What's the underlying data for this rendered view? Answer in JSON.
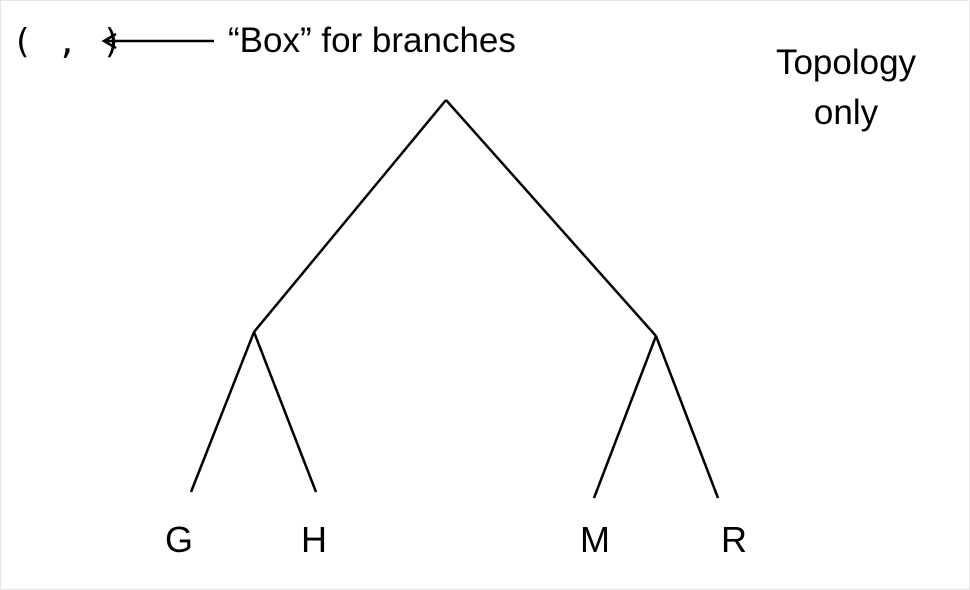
{
  "notation": {
    "box_symbol": "( , )",
    "description": "“Box” for branches"
  },
  "corner_label": {
    "line1": "Topology",
    "line2": "only"
  },
  "tree": {
    "newick": "((G,H),(M,R))",
    "leaves": [
      "G",
      "H",
      "M",
      "R"
    ],
    "line_color": "#000000",
    "label_color": "#000000"
  }
}
